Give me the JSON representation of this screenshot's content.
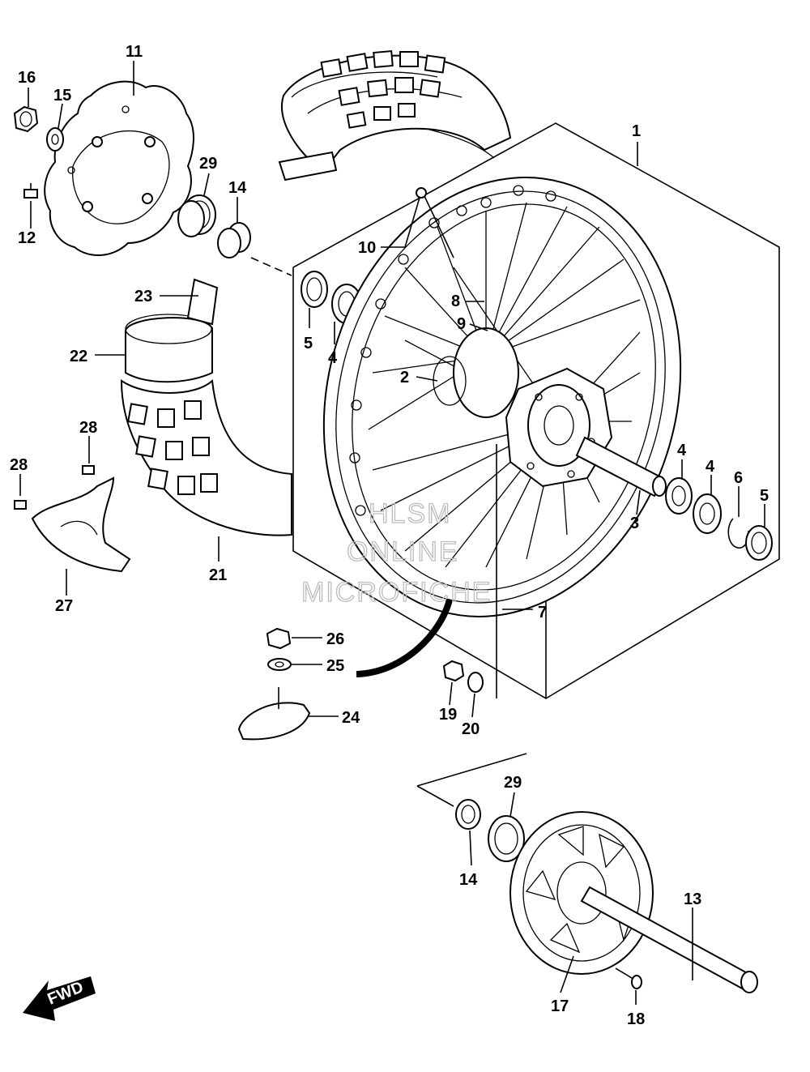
{
  "callouts": {
    "c1": "1",
    "c2": "2",
    "c3": "3",
    "c4a": "4",
    "c4b": "4",
    "c4c": "4",
    "c5a": "5",
    "c5b": "5",
    "c6": "6",
    "c7": "7",
    "c8": "8",
    "c9": "9",
    "c10": "10",
    "c11": "11",
    "c12": "12",
    "c13": "13",
    "c14a": "14",
    "c14b": "14",
    "c15": "15",
    "c16": "16",
    "c17": "17",
    "c18": "18",
    "c19": "19",
    "c20": "20",
    "c21": "21",
    "c22": "22",
    "c23": "23",
    "c24": "24",
    "c25": "25",
    "c26": "26",
    "c27": "27",
    "c28a": "28",
    "c28b": "28",
    "c29a": "29",
    "c29b": "29"
  },
  "watermark": {
    "line1": "HLSM",
    "line2": "ONLINE",
    "line3": "MICROFICHE"
  },
  "direction_badge": "FWD"
}
